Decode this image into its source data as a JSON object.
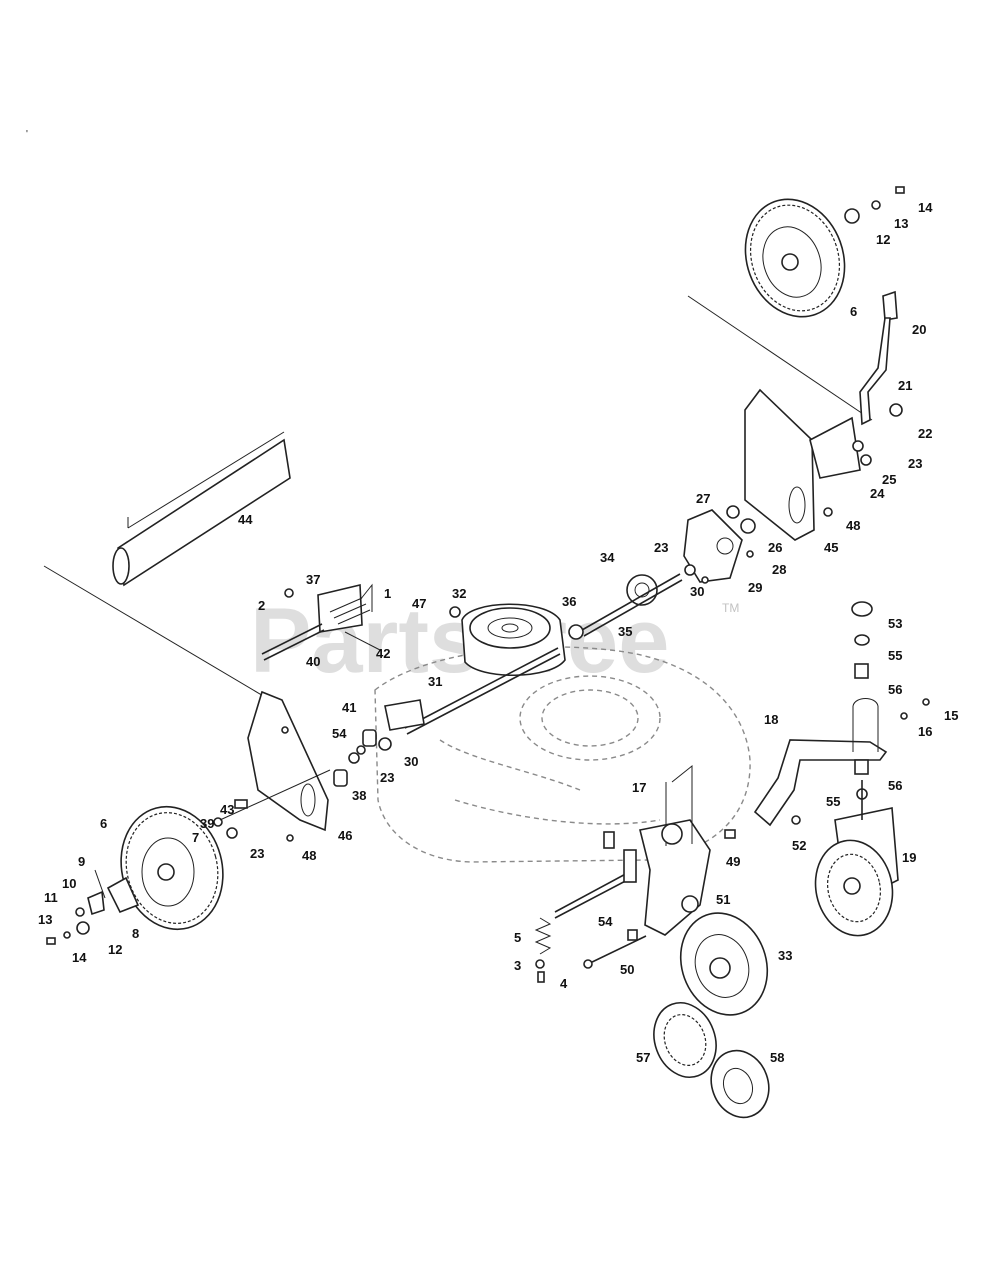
{
  "corner_mark": "'",
  "watermark": {
    "text": "PartsTree",
    "tm": "TM"
  },
  "callouts": [
    {
      "id": "c1",
      "label": "1"
    },
    {
      "id": "c2",
      "label": "2"
    },
    {
      "id": "c3",
      "label": "3"
    },
    {
      "id": "c4",
      "label": "4"
    },
    {
      "id": "c5",
      "label": "5"
    },
    {
      "id": "c6a",
      "label": "6"
    },
    {
      "id": "c6b",
      "label": "6"
    },
    {
      "id": "c7",
      "label": "7"
    },
    {
      "id": "c8",
      "label": "8"
    },
    {
      "id": "c9",
      "label": "9"
    },
    {
      "id": "c10",
      "label": "10"
    },
    {
      "id": "c11",
      "label": "11"
    },
    {
      "id": "c12a",
      "label": "12"
    },
    {
      "id": "c12b",
      "label": "12"
    },
    {
      "id": "c13a",
      "label": "13"
    },
    {
      "id": "c13b",
      "label": "13"
    },
    {
      "id": "c14a",
      "label": "14"
    },
    {
      "id": "c14b",
      "label": "14"
    },
    {
      "id": "c15",
      "label": "15"
    },
    {
      "id": "c16",
      "label": "16"
    },
    {
      "id": "c17",
      "label": "17"
    },
    {
      "id": "c18",
      "label": "18"
    },
    {
      "id": "c19",
      "label": "19"
    },
    {
      "id": "c20",
      "label": "20"
    },
    {
      "id": "c21",
      "label": "21"
    },
    {
      "id": "c22",
      "label": "22"
    },
    {
      "id": "c23a",
      "label": "23"
    },
    {
      "id": "c23b",
      "label": "23"
    },
    {
      "id": "c23c",
      "label": "23"
    },
    {
      "id": "c23d",
      "label": "23"
    },
    {
      "id": "c24",
      "label": "24"
    },
    {
      "id": "c25",
      "label": "25"
    },
    {
      "id": "c26",
      "label": "26"
    },
    {
      "id": "c27",
      "label": "27"
    },
    {
      "id": "c28",
      "label": "28"
    },
    {
      "id": "c29",
      "label": "29"
    },
    {
      "id": "c30a",
      "label": "30"
    },
    {
      "id": "c30b",
      "label": "30"
    },
    {
      "id": "c31",
      "label": "31"
    },
    {
      "id": "c32",
      "label": "32"
    },
    {
      "id": "c33",
      "label": "33"
    },
    {
      "id": "c34",
      "label": "34"
    },
    {
      "id": "c35",
      "label": "35"
    },
    {
      "id": "c36",
      "label": "36"
    },
    {
      "id": "c37",
      "label": "37"
    },
    {
      "id": "c38",
      "label": "38"
    },
    {
      "id": "c39",
      "label": "39"
    },
    {
      "id": "c40",
      "label": "40"
    },
    {
      "id": "c41",
      "label": "41"
    },
    {
      "id": "c42",
      "label": "42"
    },
    {
      "id": "c43",
      "label": "43"
    },
    {
      "id": "c44",
      "label": "44"
    },
    {
      "id": "c45",
      "label": "45"
    },
    {
      "id": "c46",
      "label": "46"
    },
    {
      "id": "c47",
      "label": "47"
    },
    {
      "id": "c48a",
      "label": "48"
    },
    {
      "id": "c48b",
      "label": "48"
    },
    {
      "id": "c49",
      "label": "49"
    },
    {
      "id": "c50",
      "label": "50"
    },
    {
      "id": "c51",
      "label": "51"
    },
    {
      "id": "c52",
      "label": "52"
    },
    {
      "id": "c53",
      "label": "53"
    },
    {
      "id": "c54a",
      "label": "54"
    },
    {
      "id": "c54b",
      "label": "54"
    },
    {
      "id": "c55a",
      "label": "55"
    },
    {
      "id": "c55b",
      "label": "55"
    },
    {
      "id": "c56a",
      "label": "56"
    },
    {
      "id": "c56b",
      "label": "56"
    },
    {
      "id": "c57",
      "label": "57"
    },
    {
      "id": "c58",
      "label": "58"
    }
  ]
}
